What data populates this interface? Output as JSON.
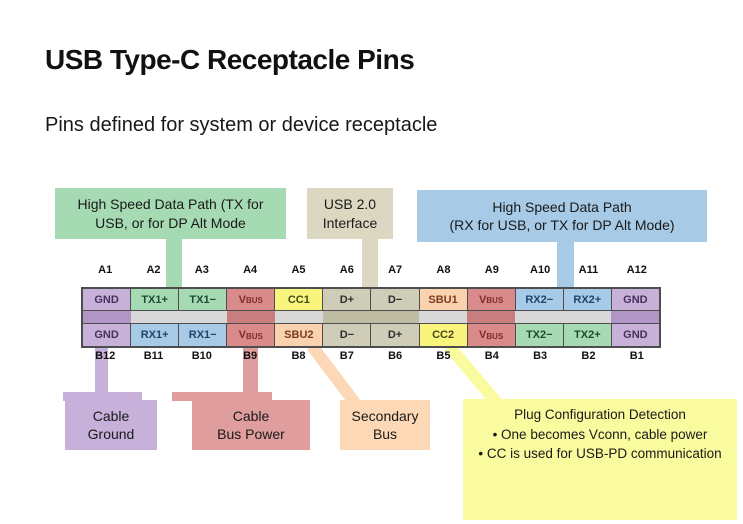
{
  "palette": {
    "ink": "#1a1a1a",
    "line": "#4d4d4d",
    "purple": "#c7b1d8",
    "purple-text": "#44315e",
    "purple-box": "#c7b0d9",
    "mid-purple": "#b096c7",
    "green": "#a6dab3",
    "green-cell": "#a6dab3",
    "green-text": "#1d4b31",
    "blue": "#a7cae6",
    "blue-cell": "#a7cae6",
    "blue-text": "#21436d",
    "red": "#d98a8a",
    "red-text": "#7e2c2c",
    "red-box": "#df9d9d",
    "mid-red": "#c87e7e",
    "yellow": "#f8f47d",
    "yellow-text": "#48481d",
    "yellow-box": "#fafa9e",
    "tan": "#cfccb8",
    "tan-text": "#2e2e2e",
    "tan-box": "#dbd7c1",
    "mid-tan": "#bfbca4",
    "peach": "#fbd2ae",
    "peach-text": "#7a3c20",
    "peach-box": "#fcd8b6",
    "mid-gray": "#d8d8d8"
  },
  "header": {
    "title": "USB Type-C Receptacle Pins",
    "subtitle": "Pins defined for system or device receptacle"
  },
  "callouts": {
    "tx": {
      "lines": [
        "High Speed Data Path (TX for",
        "USB, or for DP Alt Mode"
      ]
    },
    "usb2": {
      "lines": [
        "USB 2.0",
        "Interface"
      ]
    },
    "rx": {
      "lines": [
        "High Speed Data Path",
        "(RX for USB, or TX for DP Alt Mode)"
      ]
    },
    "ground": {
      "lines": [
        "Cable",
        "Ground"
      ]
    },
    "power": {
      "lines": [
        "Cable",
        "Bus Power"
      ]
    },
    "sbu": {
      "lines": [
        "Secondary",
        "Bus"
      ]
    },
    "cc": {
      "title": "Plug Configuration Detection",
      "bullets": [
        "One becomes Vconn, cable power",
        "CC is used for USB-PD communication"
      ]
    }
  },
  "table": {
    "a_pins": [
      {
        "pin": "A1",
        "label": "GND",
        "sub": "",
        "color": "purple"
      },
      {
        "pin": "A2",
        "label": "TX1+",
        "sub": "",
        "color": "green"
      },
      {
        "pin": "A3",
        "label": "TX1−",
        "sub": "",
        "color": "green"
      },
      {
        "pin": "A4",
        "label": "V",
        "sub": "BUS",
        "color": "red"
      },
      {
        "pin": "A5",
        "label": "CC1",
        "sub": "",
        "color": "yellow"
      },
      {
        "pin": "A6",
        "label": "D+",
        "sub": "",
        "color": "tan"
      },
      {
        "pin": "A7",
        "label": "D−",
        "sub": "",
        "color": "tan"
      },
      {
        "pin": "A8",
        "label": "SBU1",
        "sub": "",
        "color": "peach"
      },
      {
        "pin": "A9",
        "label": "V",
        "sub": "BUS",
        "color": "red"
      },
      {
        "pin": "A10",
        "label": "RX2−",
        "sub": "",
        "color": "blue"
      },
      {
        "pin": "A11",
        "label": "RX2+",
        "sub": "",
        "color": "blue"
      },
      {
        "pin": "A12",
        "label": "GND",
        "sub": "",
        "color": "purple"
      }
    ],
    "mid": [
      "purple",
      "gray",
      "gray",
      "red",
      "gray",
      "tan",
      "tan",
      "gray",
      "red",
      "gray",
      "gray",
      "purple"
    ],
    "b_pins": [
      {
        "pin": "B12",
        "label": "GND",
        "sub": "",
        "color": "purple"
      },
      {
        "pin": "B11",
        "label": "RX1+",
        "sub": "",
        "color": "blue"
      },
      {
        "pin": "B10",
        "label": "RX1−",
        "sub": "",
        "color": "blue"
      },
      {
        "pin": "B9",
        "label": "V",
        "sub": "BUS",
        "color": "red"
      },
      {
        "pin": "B8",
        "label": "SBU2",
        "sub": "",
        "color": "peach"
      },
      {
        "pin": "B7",
        "label": "D−",
        "sub": "",
        "color": "tan"
      },
      {
        "pin": "B6",
        "label": "D+",
        "sub": "",
        "color": "tan"
      },
      {
        "pin": "B5",
        "label": "CC2",
        "sub": "",
        "color": "yellow"
      },
      {
        "pin": "B4",
        "label": "V",
        "sub": "BUS",
        "color": "red"
      },
      {
        "pin": "B3",
        "label": "TX2−",
        "sub": "",
        "color": "green"
      },
      {
        "pin": "B2",
        "label": "TX2+",
        "sub": "",
        "color": "green"
      },
      {
        "pin": "B1",
        "label": "GND",
        "sub": "",
        "color": "purple"
      }
    ]
  }
}
